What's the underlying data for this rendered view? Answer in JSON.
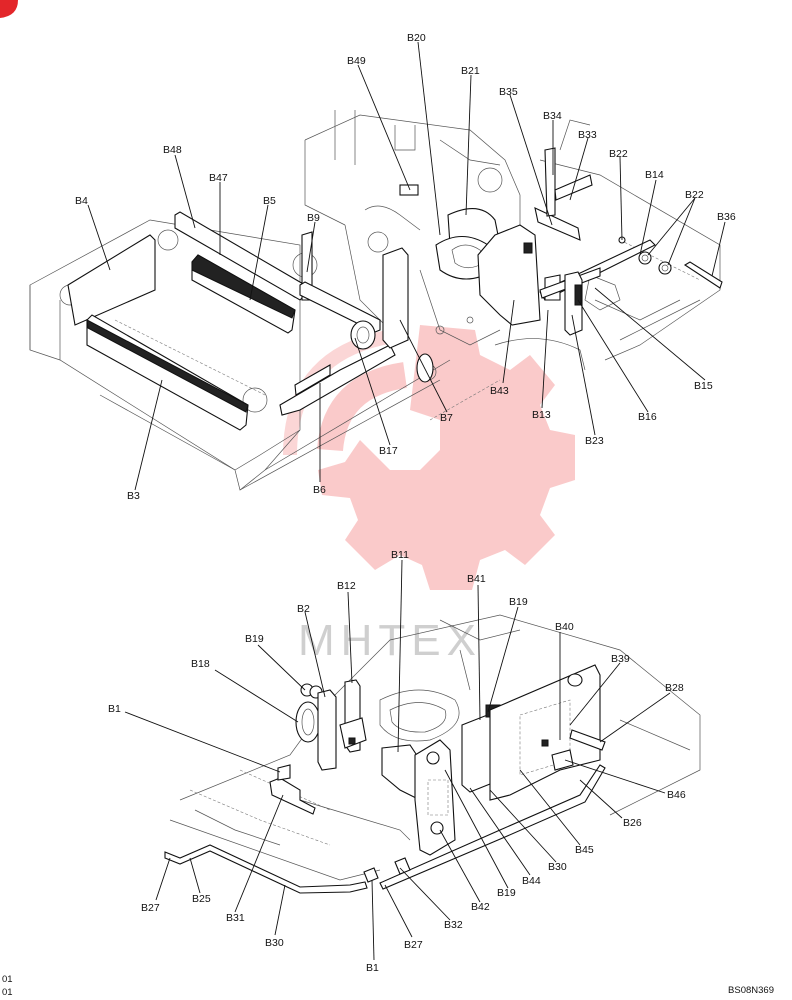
{
  "watermark": {
    "text": "МНТЕХ"
  },
  "footer": {
    "left_line1": "01",
    "left_line2": "01",
    "code": "BS08N369"
  },
  "labels": {
    "B20": "B20",
    "B49": "B49",
    "B21": "B21",
    "B35": "B35",
    "B34": "B34",
    "B33": "B33",
    "B22a": "B22",
    "B22b": "B22",
    "B14": "B14",
    "B36": "B36",
    "B48": "B48",
    "B47": "B47",
    "B4": "B4",
    "B5": "B5",
    "B9": "B9",
    "B43": "B43",
    "B13": "B13",
    "B23": "B23",
    "B16": "B16",
    "B15": "B15",
    "B7": "B7",
    "B17": "B17",
    "B6": "B6",
    "B3": "B3",
    "B11": "B11",
    "B12": "B12",
    "B41": "B41",
    "B2": "B2",
    "B19a": "B19",
    "B19b": "B19",
    "B40": "B40",
    "B39": "B39",
    "B18": "B18",
    "B28": "B28",
    "B1a": "B1",
    "B46": "B46",
    "B26": "B26",
    "B45": "B45",
    "B30a": "B30",
    "B44": "B44",
    "B19c": "B19",
    "B42": "B42",
    "B27a": "B27",
    "B25": "B25",
    "B31": "B31",
    "B30b": "B30",
    "B27b": "B27",
    "B32": "B32",
    "B1b": "B1"
  }
}
